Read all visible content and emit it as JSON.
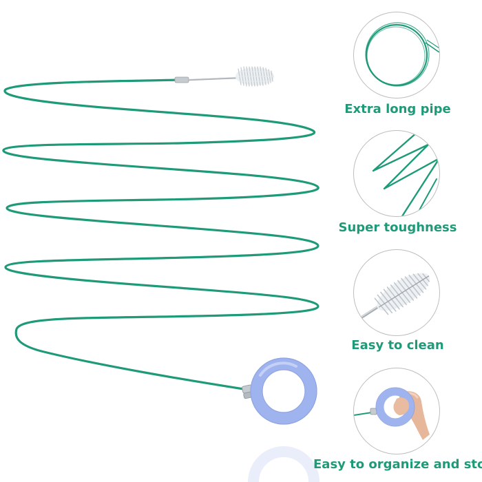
{
  "colors": {
    "tube": "#1f9a78",
    "ring": "#9fb3ee",
    "ring_shadow": "#7f96dd",
    "bristles": "#d9dde0",
    "metal": "#b9bfc4",
    "label": "#1f9a78",
    "circle_border": "#bdbdbd"
  },
  "features": [
    {
      "label": "Extra long pipe",
      "icon": "coiled-tube-icon"
    },
    {
      "label": "Super toughness",
      "icon": "bent-tube-icon"
    },
    {
      "label": "Easy to clean",
      "icon": "brush-head-icon"
    },
    {
      "label": "Easy to organize and store",
      "icon": "finger-ring-icon"
    }
  ]
}
